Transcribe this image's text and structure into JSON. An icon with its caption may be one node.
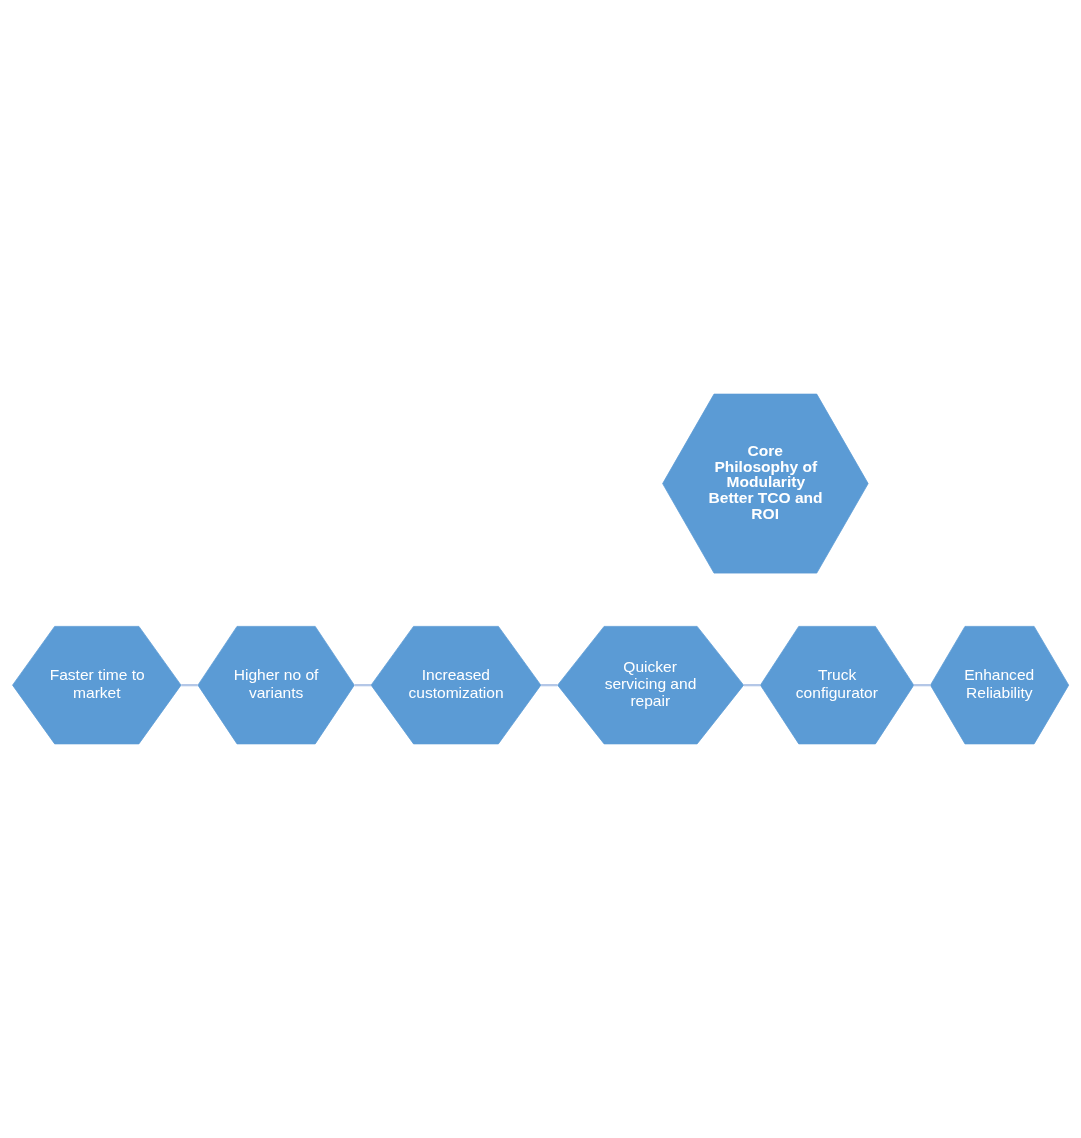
{
  "diagram": {
    "nodes": [
      {
        "text": [
          "Faster time to market"
        ]
      },
      {
        "text": [
          "Enhanced Reliability"
        ]
      },
      {
        "text": [
          "Higher no of variants"
        ]
      },
      {
        "text": [
          "Core Philosophy of Modularity",
          "Better TCO and ROI"
        ]
      },
      {
        "text": [
          "Increased customization"
        ]
      },
      {
        "text": [
          "Truck configurator"
        ]
      },
      {
        "text": [
          "Quicker servicing and repair"
        ]
      }
    ],
    "edges": [
      {
        "from": 0,
        "to": 2,
        "arrow": "none"
      },
      {
        "from": 2,
        "to": 4,
        "arrow": "none"
      },
      {
        "from": 4,
        "to": 6,
        "arrow": "none"
      },
      {
        "from": 6,
        "to": 5,
        "arrow": "none"
      },
      {
        "from": 5,
        "to": 1,
        "arrow": "none"
      }
    ]
  }
}
